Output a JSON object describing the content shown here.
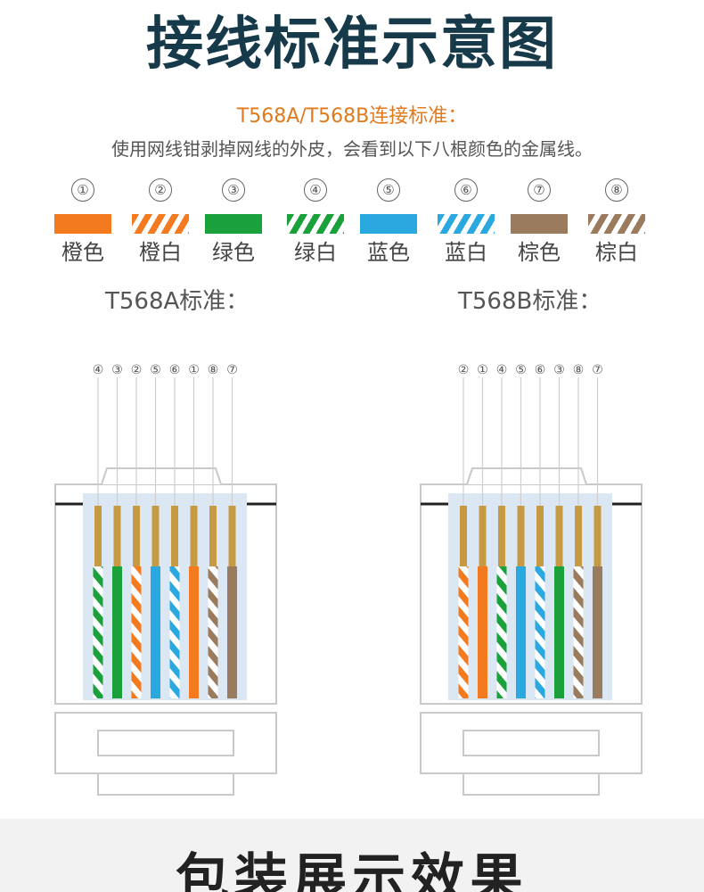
{
  "title": "接线标准示意图",
  "subtitle": "T568A/T568B连接标准：",
  "description": "使用网线钳剥掉网线的外皮，会看到以下八根颜色的金属线。",
  "legend": [
    {
      "num": "①",
      "name": "橙色",
      "color": "#f47a20",
      "striped": false
    },
    {
      "num": "②",
      "name": "橙白",
      "color": "#f47a20",
      "striped": true
    },
    {
      "num": "③",
      "name": "绿色",
      "color": "#1aa13c",
      "striped": false
    },
    {
      "num": "④",
      "name": "绿白",
      "color": "#1aa13c",
      "striped": true
    },
    {
      "num": "⑤",
      "name": "蓝色",
      "color": "#2aa8e0",
      "striped": false
    },
    {
      "num": "⑥",
      "name": "蓝白",
      "color": "#2aa8e0",
      "striped": true
    },
    {
      "num": "⑦",
      "name": "棕色",
      "color": "#9b7b5e",
      "striped": false
    },
    {
      "num": "⑧",
      "name": "棕白",
      "color": "#9b7b5e",
      "striped": true
    }
  ],
  "standards": [
    {
      "label": "T568A标准：",
      "order": [
        "④",
        "③",
        "②",
        "⑤",
        "⑥",
        "①",
        "⑧",
        "⑦"
      ],
      "wires": [
        4,
        3,
        2,
        5,
        6,
        1,
        8,
        7
      ]
    },
    {
      "label": "T568B标准：",
      "order": [
        "②",
        "①",
        "④",
        "⑤",
        "⑥",
        "③",
        "⑧",
        "⑦"
      ],
      "wires": [
        2,
        1,
        4,
        5,
        6,
        3,
        8,
        7
      ]
    }
  ],
  "bottom_banner": "包装展示效果"
}
